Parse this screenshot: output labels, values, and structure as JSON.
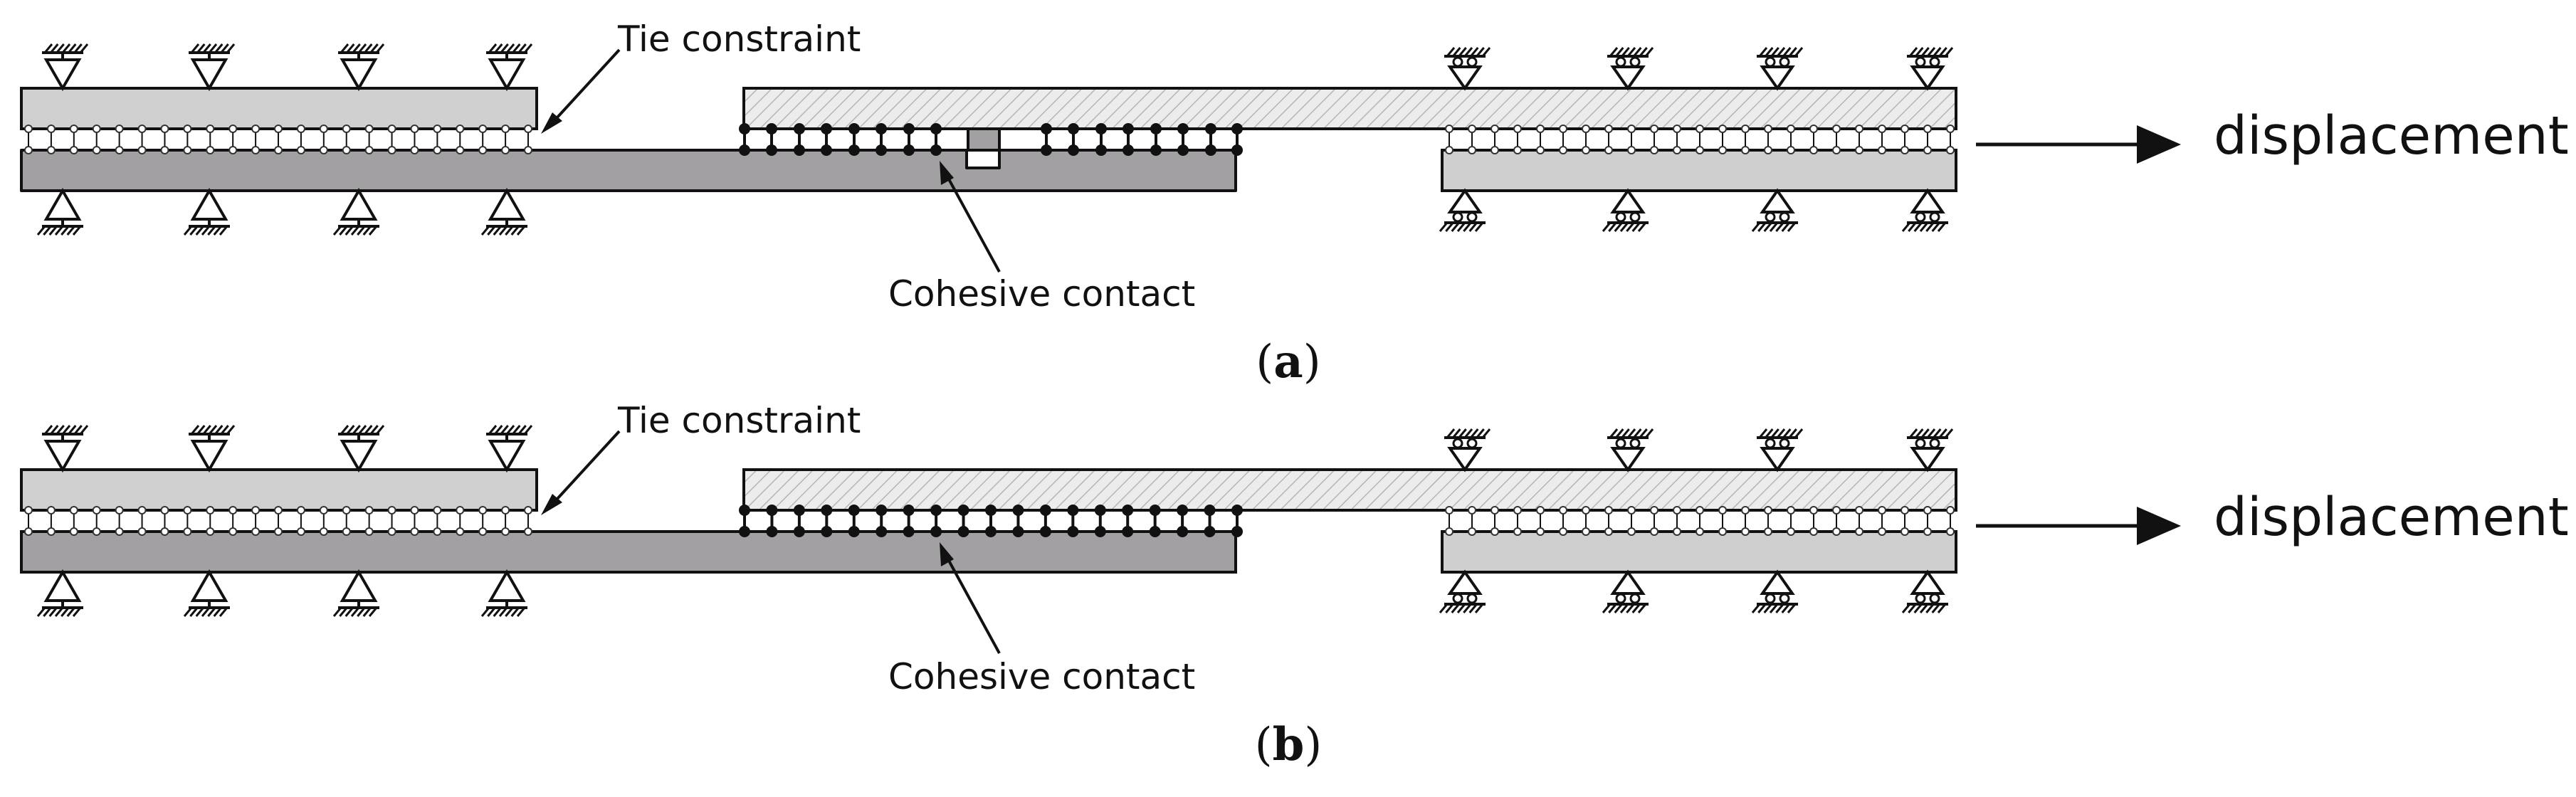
{
  "colors": {
    "ink": "#111111",
    "top_left_plate": "#d0d0d0",
    "bottom_main_plate": "#a2a0a2",
    "bottom_right_plate": "#cfcfcf",
    "hatched_plate_fill": "#ececec",
    "hatch_line": "#b5b5b5",
    "background": "#ffffff"
  },
  "panels": [
    {
      "id": "a",
      "caption": "(a)",
      "caption_letter": "a",
      "has_tab": true,
      "tie_label": "Tie constraint",
      "contact_label": "Cohesive contact",
      "load_label": "displacement"
    },
    {
      "id": "b",
      "caption": "(b)",
      "caption_letter": "b",
      "has_tab": false,
      "tie_label": "Tie constraint",
      "contact_label": "Cohesive contact",
      "load_label": "displacement"
    }
  ],
  "icons": {
    "pin_support": "pin-support-icon",
    "roller_support": "roller-support-icon",
    "load_arrow": "arrow-right-icon"
  }
}
